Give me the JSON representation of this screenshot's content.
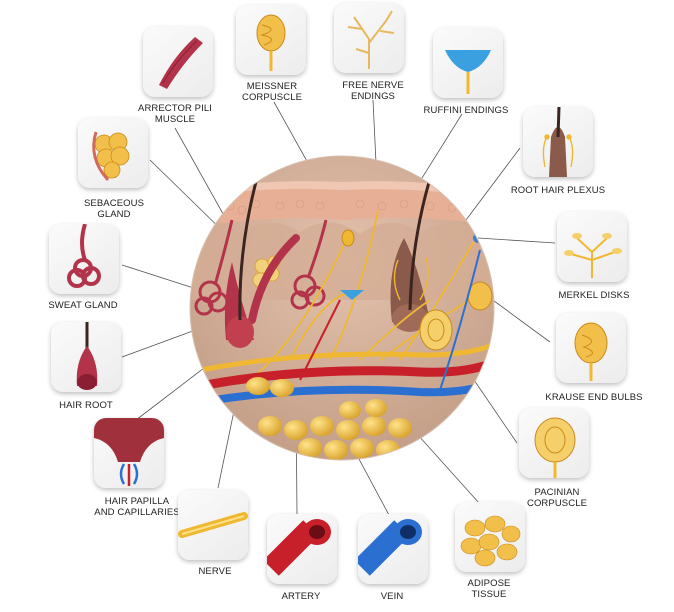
{
  "labels": {
    "arrector_pili": [
      "ARRECTOR PILI",
      "MUSCLE"
    ],
    "meissner": [
      "MEISSNER",
      "CORPUSCLE"
    ],
    "free_nerve": [
      "FREE NERVE",
      "ENDINGS"
    ],
    "ruffini": [
      "RUFFINI ENDINGS"
    ],
    "root_hair_plexus": [
      "ROOT HAIR PLEXUS"
    ],
    "sebaceous": [
      "SEBACEOUS",
      "GLAND"
    ],
    "merkel": [
      "MERKEL DISKS"
    ],
    "sweat": [
      "SWEAT GLAND"
    ],
    "krause": [
      "KRAUSE END BULBS"
    ],
    "hair_root": [
      "HAIR ROOT"
    ],
    "pacinian": [
      "PACINIAN",
      "CORPUSCLE"
    ],
    "hair_papilla": [
      "HAIR PAPILLA",
      "AND CAPILLARIES"
    ],
    "nerve": [
      "NERVE"
    ],
    "artery": [
      "ARTERY"
    ],
    "vein": [
      "VEIN"
    ],
    "adipose": [
      "ADIPOSE",
      "TISSUE"
    ]
  },
  "colors": {
    "skin_top": "#e9b9a0",
    "dermis": "#caa58e",
    "fat": "#f2c04a",
    "artery": "#c8202a",
    "vein": "#2b6fd1",
    "nerve": "#f0b830",
    "muscle": "#b3344a",
    "line": "#555555"
  }
}
